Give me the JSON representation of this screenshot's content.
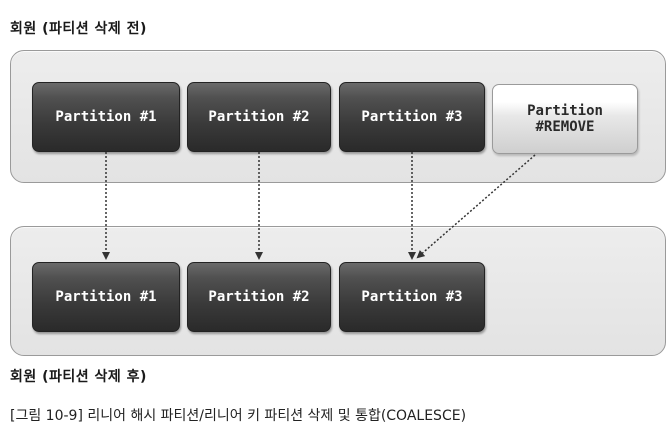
{
  "headings": {
    "before": "회원 (파티션 삭제 전)",
    "after": "회원 (파티션 삭제 후)"
  },
  "partitions_before": [
    {
      "label": "Partition #1"
    },
    {
      "label": "Partition #2"
    },
    {
      "label": "Partition #3"
    }
  ],
  "removed_partition": {
    "line1": "Partition",
    "line2": "#REMOVE"
  },
  "partitions_after": [
    {
      "label": "Partition #1"
    },
    {
      "label": "Partition #2"
    },
    {
      "label": "Partition #3"
    }
  ],
  "caption": "[그림 10-9] 리니어 해시 파티션/리니어 키 파티션 삭제 및 통합(COALESCE)",
  "colors": {
    "dark_box": "#3a3a3a",
    "light_box": "#e8e8e8",
    "panel": "#e8e8e8",
    "arrow": "#333333"
  }
}
